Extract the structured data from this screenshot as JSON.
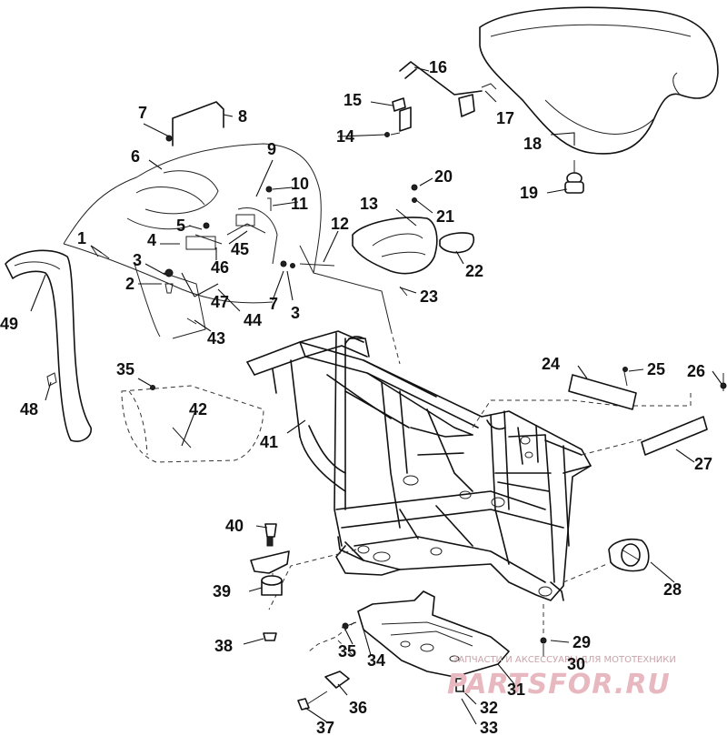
{
  "callouts": [
    "1",
    "2",
    "3",
    "4",
    "5",
    "6",
    "7",
    "8",
    "9",
    "10",
    "11",
    "12",
    "13",
    "14",
    "15",
    "16",
    "17",
    "18",
    "19",
    "20",
    "21",
    "22",
    "23",
    "24",
    "25",
    "26",
    "27",
    "28",
    "29",
    "30",
    "31",
    "32",
    "33",
    "34",
    "35",
    "36",
    "37",
    "38",
    "39",
    "40",
    "41",
    "42",
    "43",
    "44",
    "45",
    "46",
    "47",
    "48",
    "49"
  ],
  "watermark": {
    "tagline": "ЗАПЧАСТИ И АКСЕССУАРЫ ДЛЯ МОТОТЕХНИКИ",
    "brand": "PARTSFOR.RU"
  }
}
